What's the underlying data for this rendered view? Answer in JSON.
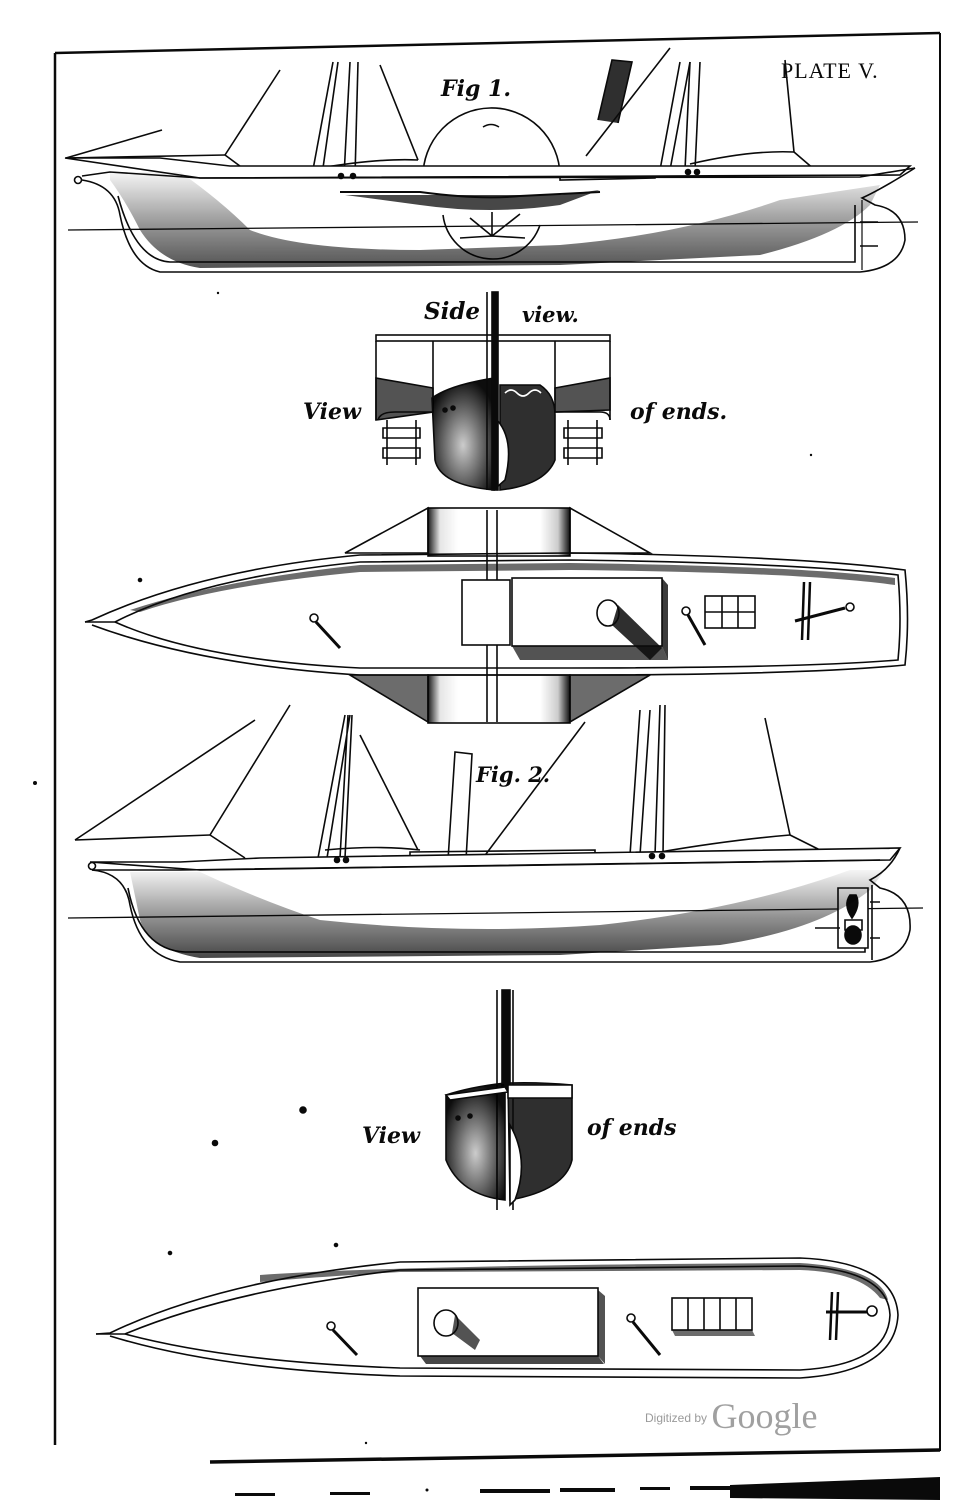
{
  "plate": {
    "title": "PLATE V.",
    "figures": [
      {
        "label": "Fig 1.",
        "subject": "side-wheel paddle steamer",
        "views": [
          "side elevation",
          "view of ends",
          "deck plan"
        ]
      },
      {
        "label": "Fig. 2.",
        "subject": "screw propeller steamer",
        "views": [
          "side elevation",
          "view of ends",
          "deck plan"
        ]
      }
    ],
    "captions": {
      "fig1_label": "Fig 1.",
      "fig2_label": "Fig. 2.",
      "side_word": "Side",
      "view_word_after_side": "view.",
      "view_of_ends_1_left": "View",
      "view_of_ends_1_right": "of ends.",
      "view_of_ends_2_left": "View",
      "view_of_ends_2_right": "of ends"
    }
  },
  "watermark": {
    "prefix": "Digitized by",
    "brand": "Google"
  },
  "colors": {
    "ink": "#0a0a0a",
    "paper": "#ffffff",
    "watermark": "#9a9a9a"
  }
}
